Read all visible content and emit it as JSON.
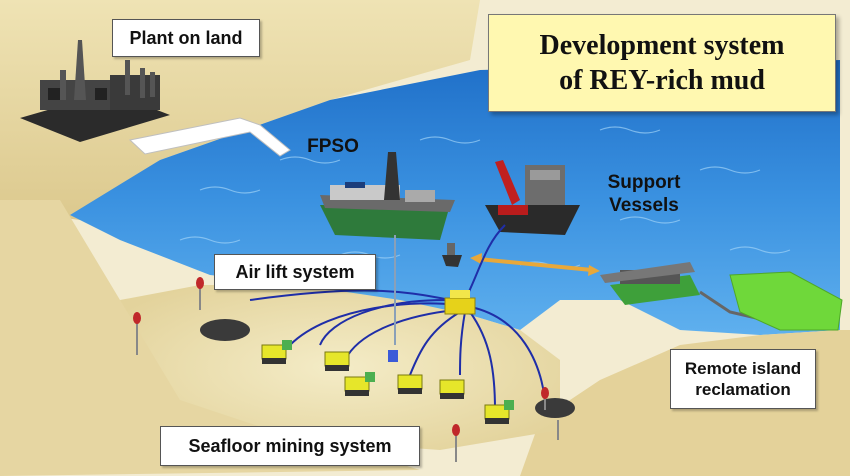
{
  "title": {
    "line1": "Development system",
    "line2": "of REY-rich mud"
  },
  "labels": {
    "plant": "Plant on land",
    "fpso": "FPSO",
    "support_line1": "Support",
    "support_line2": "Vessels",
    "air_lift": "Air lift system",
    "remote_line1": "Remote island",
    "remote_line2": "reclamation",
    "seafloor": "Seafloor mining system"
  },
  "colors": {
    "sea": "#2f86d8",
    "land": "#e8d9a6",
    "reclaimed_land": "#6fd83a",
    "title_bg": "#fff8b0",
    "pipeline": "#1f2ea8",
    "transport_arrow": "#e8a83a",
    "miner": "#e6e62a"
  }
}
